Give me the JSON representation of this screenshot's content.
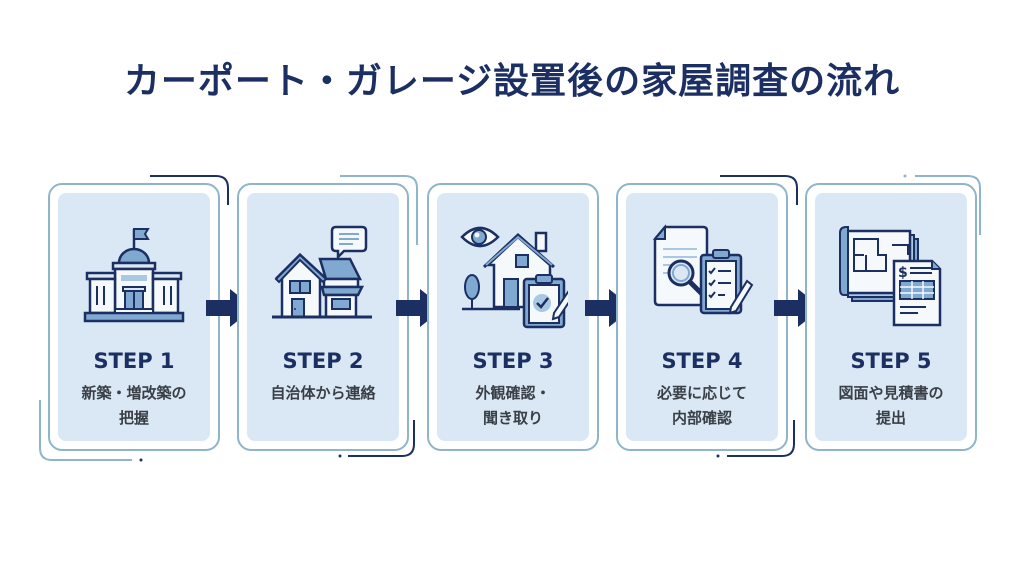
{
  "title": "カーポート・ガレージ設置後の家屋調査の流れ",
  "colors": {
    "navy": "#1c2f63",
    "frame": "#8fb5cc",
    "card_bg": "#d9e8f4",
    "icon_fill": "#7fa9d1",
    "text": "#3a3f47"
  },
  "steps": [
    {
      "label": "STEP 1",
      "description": "新築・増改築の\n把握",
      "icon": "government-building-icon"
    },
    {
      "label": "STEP 2",
      "description": "自治体から連絡",
      "icon": "house-with-message-icon"
    },
    {
      "label": "STEP 3",
      "description": "外観確認・\n聞き取り",
      "icon": "house-inspection-clipboard-icon"
    },
    {
      "label": "STEP 4",
      "description": "必要に応じて\n内部確認",
      "icon": "document-magnifier-checklist-icon"
    },
    {
      "label": "STEP 5",
      "description": "図面や見積書の\n提出",
      "icon": "blueprint-estimate-icon"
    }
  ],
  "arrows": [
    "arrow-right-icon",
    "arrow-right-icon",
    "arrow-right-icon",
    "arrow-right-icon"
  ]
}
